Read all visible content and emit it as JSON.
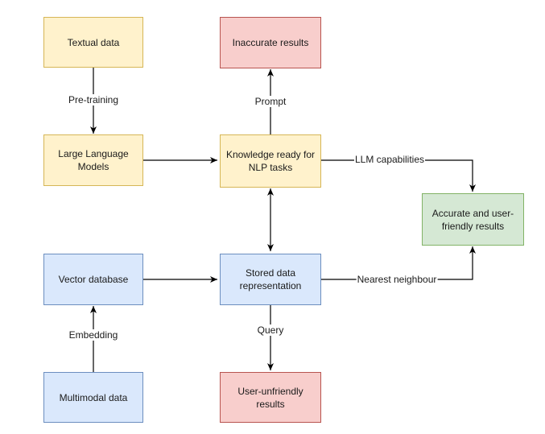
{
  "nodes": {
    "textual_data": "Textual data",
    "llm": "Large Language Models",
    "inaccurate": "Inaccurate results",
    "knowledge": "Knowledge ready for NLP tasks",
    "accurate": "Accurate and user-friendly results",
    "vector_db": "Vector database",
    "stored": "Stored data representation",
    "multimodal": "Multimodal data",
    "user_unfriendly": "User-unfriendly results"
  },
  "edges": {
    "pretraining": "Pre-training",
    "prompt": "Prompt",
    "llm_capabilities": "LLM capabilities",
    "nearest": "Nearest neighbour",
    "embedding": "Embedding",
    "query": "Query"
  },
  "colors": {
    "yellow_fill": "#fff2cc",
    "red_fill": "#f8cecc",
    "blue_fill": "#dae8fc",
    "green_fill": "#d5e8d4"
  }
}
